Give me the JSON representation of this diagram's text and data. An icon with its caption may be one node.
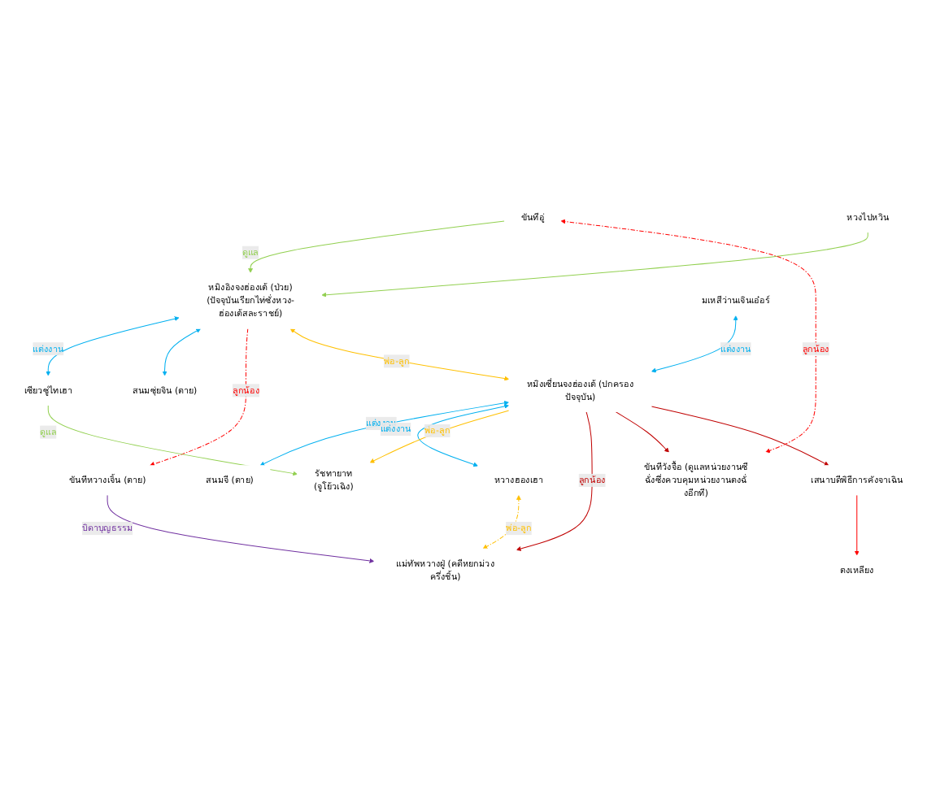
{
  "diagram": {
    "nodes": [
      {
        "text": [
          "ขันทีอู่"
        ]
      },
      {
        "text": [
          "หวงไปหวิน"
        ]
      },
      {
        "text": [
          "หมิงอิงจงฮ่องเต้ (ป่วย)",
          "(ปัจจุบันเรียกไท่ซั่งหวง-ฮ่องเต้สละราชย์)"
        ]
      },
      {
        "text": [
          "เซียวซู่ไทเฮา"
        ]
      },
      {
        "text": [
          "สนมซุ่ยจิน (ตาย)"
        ]
      },
      {
        "text": [
          "มเหสีว่านเจินเอ๋อร์"
        ]
      },
      {
        "text": [
          "หมิงเซี่ยนจงฮ่องเต้ (ปกครองปัจจุบัน)"
        ]
      },
      {
        "text": [
          "สนมจี (ตาย)"
        ]
      },
      {
        "text": [
          "หวางฮองเฮา"
        ]
      },
      {
        "text": [
          "รัชทายาท",
          "(จูโย้วเฉิง)"
        ]
      },
      {
        "text": [
          "แม่ทัพหวางฝู่ (คดีหยกม่วงครึ่งชิ้น)"
        ]
      },
      {
        "text": [
          "ขันทีหวางเจิ้น (ตาย)"
        ]
      },
      {
        "text": [
          "ขันทีวังจื้อ (ดูแลหน่วยงานซีฉั่งซึ่งควบคุมหน่วยงานตงฉั่งอีกที)"
        ]
      },
      {
        "text": [
          "เสนาบดีพิธีการคังจาเฉิน"
        ]
      },
      {
        "text": [
          "ตงเหลียง"
        ]
      }
    ],
    "edges": [
      {
        "from": 0,
        "to": 2,
        "arrow": "to",
        "label": "ดูแล",
        "color": "#92d050"
      },
      {
        "from": 1,
        "to": 2,
        "arrow": "to",
        "color": "#92d050"
      },
      {
        "from": 2,
        "to": 3,
        "arrow": "both",
        "label": "แต่งงาน",
        "color": "#00b0f0"
      },
      {
        "from": 2,
        "to": 4,
        "arrow": "both",
        "color": "#00b0f0"
      },
      {
        "from": 2,
        "to": 11,
        "arrow": "to",
        "label": "ลูกน้อง",
        "style": "dashed",
        "color": "#ff0000"
      },
      {
        "from": 2,
        "to": 6,
        "arrow": "both",
        "label": "พ่อ-ลูก",
        "color": "#ffc000"
      },
      {
        "from": 5,
        "to": 6,
        "arrow": "both",
        "label": "แต่งงาน",
        "color": "#00b0f0"
      },
      {
        "from": 6,
        "to": 7,
        "arrow": "both",
        "label": "แต่งงาน",
        "color": "#00b0f0"
      },
      {
        "from": 6,
        "to": 8,
        "arrow": "both",
        "label": "แต่งงาน",
        "color": "#00b0f0"
      },
      {
        "from": 6,
        "to": 9,
        "arrow": "to",
        "label": "พ่อ-ลูก",
        "color": "#ffc000"
      },
      {
        "from": 3,
        "to": 9,
        "arrow": "to",
        "label": "ดูแล",
        "color": "#92d050"
      },
      {
        "from": 8,
        "to": 10,
        "arrow": "both",
        "label": "พ่อ-ลูก",
        "style": "dashed",
        "color": "#ffc000"
      },
      {
        "from": 6,
        "to": 10,
        "arrow": "to",
        "label": "ลูกน้อง",
        "color": "#c00000"
      },
      {
        "from": 6,
        "to": 12,
        "arrow": "to",
        "color": "#c00000"
      },
      {
        "from": 6,
        "to": 13,
        "arrow": "to",
        "color": "#c00000"
      },
      {
        "from": 11,
        "to": 10,
        "arrow": "to",
        "label": "บิดาบุญธรรม",
        "color": "#7030a0"
      },
      {
        "from": 12,
        "to": 0,
        "arrow": "both",
        "label": "ลูกน้อง",
        "style": "dashed",
        "color": "#ff0000"
      },
      {
        "from": 13,
        "to": 14,
        "arrow": "to",
        "color": "#ff0000"
      }
    ]
  }
}
